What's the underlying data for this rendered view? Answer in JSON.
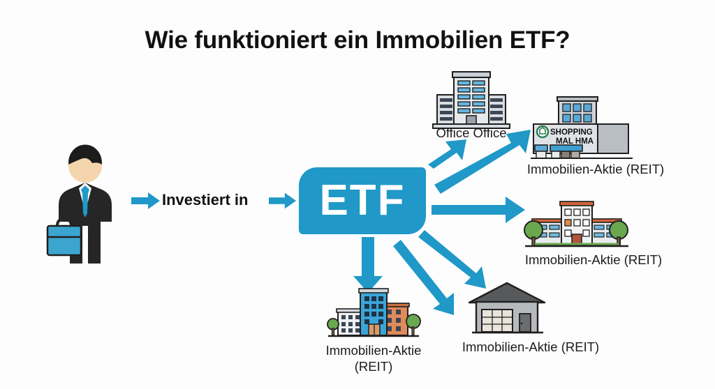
{
  "page": {
    "title": "Wie funktioniert ein Immobilien ETF?",
    "background_color": "#fdfdfd",
    "accent_color": "#2098c8",
    "text_color": "#1b1b1b"
  },
  "flow": {
    "investor_label": "Investiert in",
    "etf_label": "ETF"
  },
  "nodes": [
    {
      "id": "office",
      "label": "Office Office",
      "icon": "office-building-icon"
    },
    {
      "id": "mall",
      "label": "Immobilien-Aktie (REIT)",
      "icon": "shopping-mall-icon",
      "sign_line1": "SHOPPING",
      "sign_line2": "MAL HMA"
    },
    {
      "id": "apartment",
      "label": "Immobilien-Aktie (REIT)",
      "icon": "apartment-building-icon"
    },
    {
      "id": "warehouse",
      "label": "Immobilien-Aktie (REIT)",
      "icon": "warehouse-icon"
    },
    {
      "id": "residential",
      "label": "Immobilien-Aktie\n(REIT)",
      "icon": "residential-buildings-icon"
    }
  ]
}
